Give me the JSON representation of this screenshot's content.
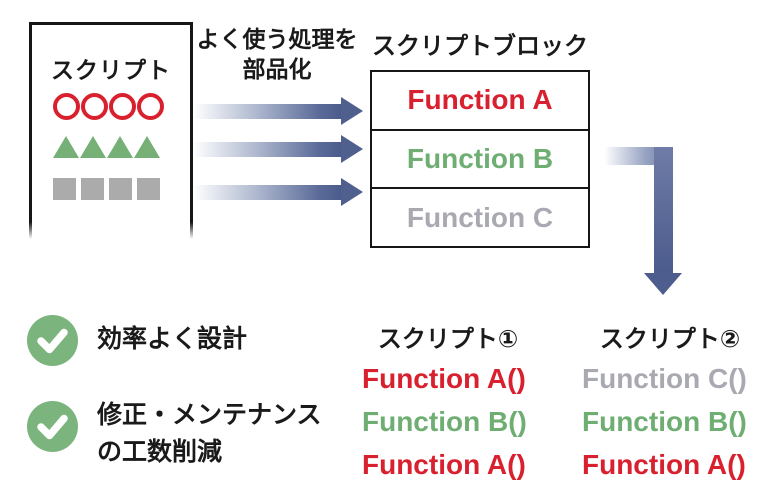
{
  "diagram": {
    "source_box": {
      "label": "スクリプト",
      "shape_rows": [
        {
          "shape": "circle",
          "count": 4,
          "color": "#d8202e"
        },
        {
          "shape": "triangle",
          "count": 4,
          "color": "#76b077"
        },
        {
          "shape": "square",
          "count": 4,
          "color": "#ababab"
        }
      ]
    },
    "transform_label": {
      "line1": "よく使う処理を",
      "line2": "部品化"
    },
    "script_block": {
      "title": "スクリプトブロック",
      "functions": [
        {
          "label": "Function A",
          "color": "#d8202e"
        },
        {
          "label": "Function B",
          "color": "#6fae72"
        },
        {
          "label": "Function C",
          "color": "#a9a9b2"
        }
      ]
    },
    "benefits": {
      "item1": {
        "line1": "効率よく設計"
      },
      "item2": {
        "line1": "修正・メンテナンス",
        "line2": "の工数削減"
      }
    },
    "result_scripts": [
      {
        "title": "スクリプト①",
        "calls": [
          {
            "label": "Function A()",
            "color": "#d8202e"
          },
          {
            "label": "Function B()",
            "color": "#6fae72"
          },
          {
            "label": "Function A()",
            "color": "#d8202e"
          }
        ]
      },
      {
        "title": "スクリプト②",
        "calls": [
          {
            "label": "Function C()",
            "color": "#a9a9b2"
          },
          {
            "label": "Function B()",
            "color": "#6fae72"
          },
          {
            "label": "Function A()",
            "color": "#d8202e"
          }
        ]
      }
    ],
    "colors": {
      "function_red": "#d8202e",
      "function_green": "#6fae72",
      "function_gray": "#a9a9b2",
      "arrow_slate": "#4b5b8c",
      "check_green": "#7cb47d",
      "border_black": "#161616"
    }
  }
}
